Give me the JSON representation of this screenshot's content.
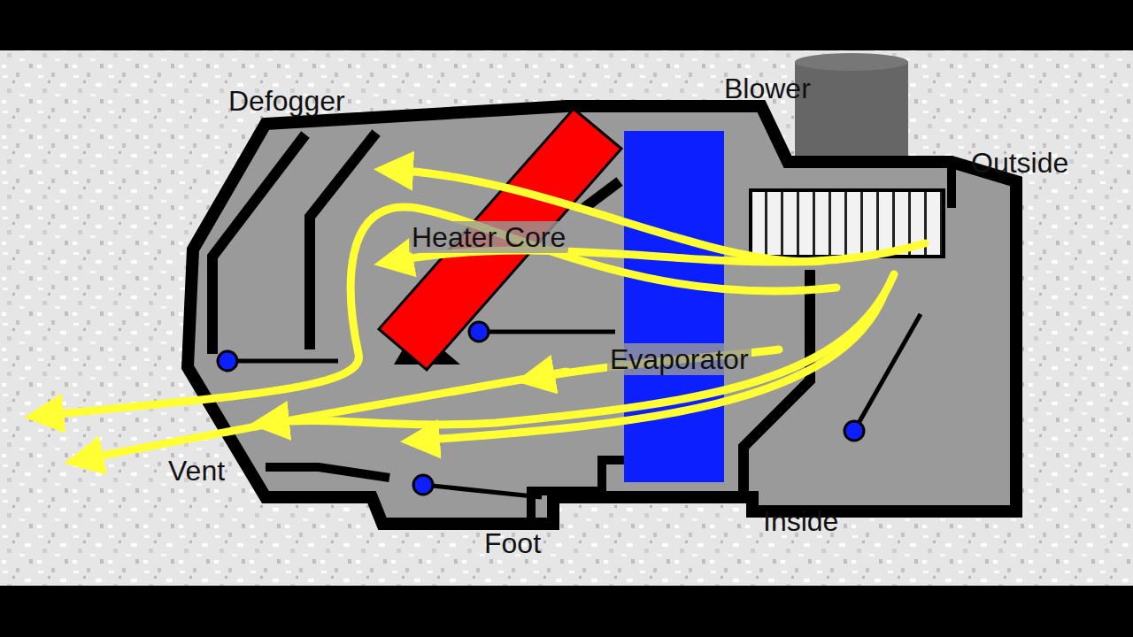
{
  "diagram": {
    "labels": [
      "Defogger",
      "Blower",
      "Outside",
      "Heater Core",
      "Evaporator",
      "Vent",
      "Foot",
      "Inside"
    ]
  }
}
